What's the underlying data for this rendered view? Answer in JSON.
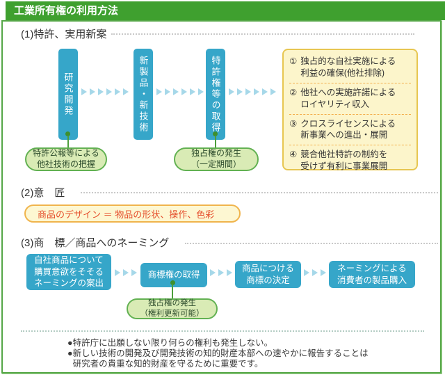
{
  "title": "工業所有権の利用方法",
  "colors": {
    "header_green": "#3FA02F",
    "frame_green": "#55A747",
    "stage_box_blue": "#36A6C9",
    "arrow_light_blue": "#A6D8E9",
    "pill_fill_green": "#D9EBB5",
    "pill_border_green": "#62B152",
    "connector_green": "#3E8F2E",
    "benefits_fill_yellow": "#FCF5CB",
    "benefits_border_gold": "#E7C651",
    "benefits_divider_orange": "#F3AE4B",
    "design_text_red": "#E5502E"
  },
  "sections": {
    "s1": {
      "heading": "(1)特許、実用新案",
      "stages": [
        "研究開発",
        "新製品・新技術",
        "特許権等の取得"
      ],
      "callout_research": "特許公報等による\n他社技術の把握",
      "callout_patent": "独占権の発生\n（一定期間）",
      "benefits": [
        {
          "num": "①",
          "text": "独占的な自社実施による\n利益の確保(他社排除)"
        },
        {
          "num": "②",
          "text": "他社への実施許諾による\nロイヤリティ収入"
        },
        {
          "num": "③",
          "text": "クロスライセンスによる\n新事業への進出・展開"
        },
        {
          "num": "④",
          "text": "競合他社特許の制約を\n受けず有利に事業展開"
        }
      ]
    },
    "s2": {
      "heading": "(2)意　匠",
      "definition": "商品のデザイン ＝ 物品の形状、操作、色彩"
    },
    "s3": {
      "heading": "(3)商　標／商品へのネーミング",
      "steps": [
        "自社商品について\n購買意欲をそそる\nネーミングの案出",
        "商標権の取得",
        "商品につける\n商標の決定",
        "ネーミングによる\n消費者の製品購入"
      ],
      "callout_trademark": "独占権の発生\n（権利更新可能）"
    }
  },
  "notes": {
    "bullet": "●",
    "items": [
      "特許庁に出願しない限り何らの権利も発生しない。",
      "新しい技術の開発及び開発技術の知的財産本部への速やかに報告することは\n研究者の貴重な知的財産を守るために重要です。"
    ]
  }
}
